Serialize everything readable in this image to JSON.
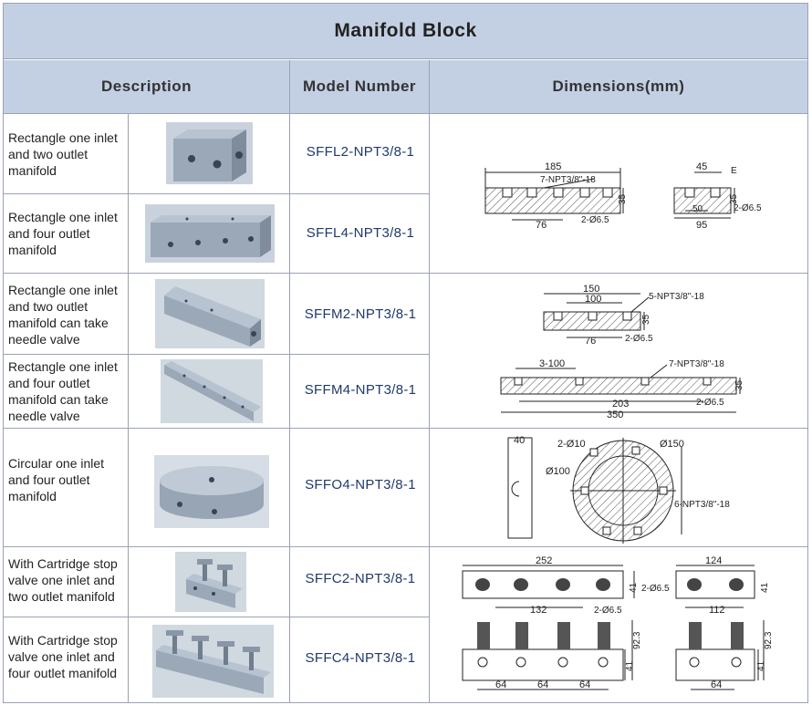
{
  "title": "Manifold Block",
  "headers": {
    "description": "Description",
    "model_number": "Model Number",
    "dimensions": "Dimensions(mm)"
  },
  "rows": [
    {
      "description": "Rectangle one inlet and two outlet manifold",
      "model": "SFFL2-NPT3/8-1",
      "image_icon": "rectangle-2-outlet-block"
    },
    {
      "description": "Rectangle one inlet and four outlet manifold",
      "model": "SFFL4-NPT3/8-1",
      "image_icon": "rectangle-4-outlet-block"
    },
    {
      "description": "Rectangle one inlet and two outlet manifold can take needle valve",
      "model": "SFFM2-NPT3/8-1",
      "image_icon": "needle-valve-2-outlet-block"
    },
    {
      "description": "Rectangle one inlet and four outlet manifold can take needle valve",
      "model": "SFFM4-NPT3/8-1",
      "image_icon": "needle-valve-4-outlet-block"
    },
    {
      "description": "Circular one inlet and four outlet manifold",
      "model": "SFFO4-NPT3/8-1",
      "image_icon": "circular-block"
    },
    {
      "description": "With Cartridge stop valve one inlet and two outlet manifold",
      "model": "SFFC2-NPT3/8-1",
      "image_icon": "cartridge-2-valve-block"
    },
    {
      "description": "With Cartridge stop valve one inlet and four outlet manifold",
      "model": "SFFC4-NPT3/8-1",
      "image_icon": "cartridge-4-valve-block"
    }
  ],
  "dimensions": {
    "sffl": {
      "length": "185",
      "port": "7-NPT3/8\"-18",
      "height": "35",
      "center": "76",
      "hole": "2-Ø6.5",
      "side_top": "45",
      "side_label": "E",
      "side_height": "35",
      "side_hole": "2-Ø6.5",
      "side_inner": "50",
      "side_width": "95"
    },
    "sffm2": {
      "length": "150",
      "pitch": "100",
      "port": "5-NPT3/8\"-18",
      "height": "35",
      "center": "76",
      "hole": "2-Ø6.5"
    },
    "sffm4": {
      "pitch": "3-100",
      "port": "7-NPT3/8\"-18",
      "height": "35",
      "center": "203",
      "hole": "2-Ø6.5",
      "length": "350"
    },
    "sffo": {
      "thickness": "40",
      "holes": "2-Ø10",
      "dia": "Ø150",
      "bolt_circle": "Ø100",
      "port": "6-NPT3/8\"-18"
    },
    "sffc": {
      "length4": "252",
      "height_top": "41",
      "hole": "2-Ø6.5",
      "center4": "132",
      "hole2": "2-Ø6.5",
      "height_total": "92.3",
      "height_base": "41",
      "pitch": "64",
      "length2": "124",
      "center2": "112"
    }
  }
}
